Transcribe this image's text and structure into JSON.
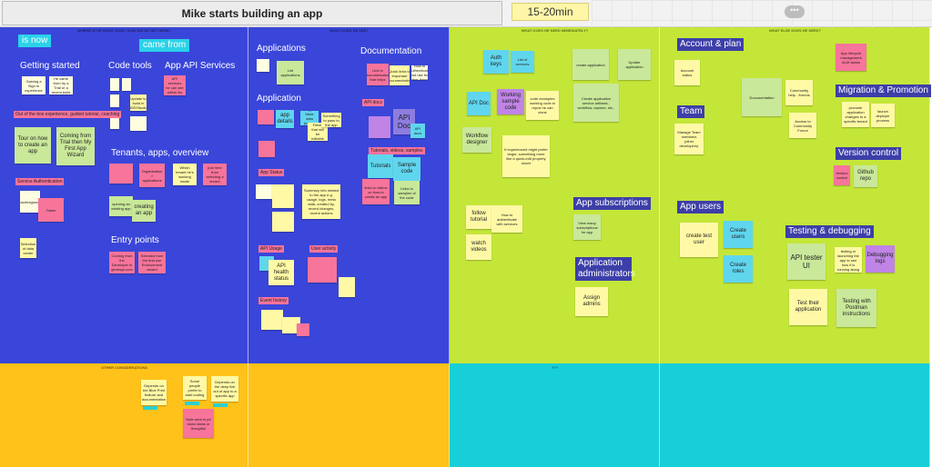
{
  "board": {
    "title": "Mike starts building an app",
    "time_label": "15-20min",
    "overflow_icon": "more-icon"
  },
  "zones": {
    "z1": {
      "header": "WHERE IS HE RIGHT NOW? HOW DID HE GET HERE?",
      "color": "#3a46d9"
    },
    "z2": {
      "header": "WHAT DOES HE SEE?",
      "color": "#3a46d9"
    },
    "z3": {
      "header": "WHAT DOES HE NEED IMMEDIATELY?",
      "color": "#c4e639"
    },
    "z4": {
      "header": "WHAT ELSE DOES HE NEED?",
      "color": "#c4e639"
    },
    "z5": {
      "header": "OTHER CONSIDERATIONS",
      "color": "#ffc21a"
    },
    "z7": {
      "header": "???",
      "color": "#17cfd8"
    }
  },
  "z1": {
    "is_now": "is now",
    "came_from": "came from",
    "getting_started": "Getting started",
    "code_tools": "Code tools",
    "app_api_services": "App API Services",
    "ootb": "Out of the box experience, guided tutorial, coaching",
    "tour": "Tour on how to create an app",
    "coming_trial": "Coming from Trial then My First App Wizard",
    "service_auth": "Service Authentication",
    "token": "Token",
    "tenants": "Tenants, apps, overview",
    "entry_points": "Entry points",
    "opening": "opening an existing app",
    "creating": "creating an app",
    "which_tenant": "Which tenant he's working inside",
    "just_here": "just here from selecting a tenant",
    "selection": "Selection of data center",
    "coming_from_dev": "Coming from the Developer in genesys.com",
    "selected_from": "Selected from the first-use Environment wizard",
    "update_build": "Update to build in IDE/Studio",
    "find_all": "Find all API services he can see within his app",
    "org_apps": "Organization > applications",
    "small_a": "Gaining a Sign in experience",
    "small_b": "He came from try a Trial or a recent build",
    "small_c": "Tenant/region/app"
  },
  "z2": {
    "applications": "Applications",
    "documentation": "Documentation",
    "application": "Application",
    "list_apps": "List applications",
    "app_details": "app details",
    "app_meta": "App Meta data (name, icon)",
    "fields": "Fields that will be editable",
    "something": "Something to pass to the app",
    "api_docs": "API docs",
    "api_doc": "API Doc",
    "api_docs_sticky": "API docs",
    "tutorials_tag": "Tutorials, videos, samples",
    "tutorials": "Tutorials",
    "sample_code": "Sample code",
    "app_status": "App Status",
    "summary": "Summary info related to the app e.g. usage, logs, meta data, created by, recent changes, recent actions",
    "api_usage": "API Usage",
    "api_health": "API health status",
    "user_activity": "User activity",
    "event_history": "Event history",
    "link_to_doc": "Link to documentation that helps",
    "doc_quick": "Quick links to important documentation",
    "doc_auth": "How to authenticate and use the other things",
    "links_videos": "links to videos on how-to create an app",
    "samples": "Links to samples of the code"
  },
  "z3": {
    "auth_keys": "Auth keys",
    "list_services": "List of services",
    "create_application": "create application",
    "update_application": "Update application",
    "api_doc": "API Doc",
    "working_sample": "Working sample code",
    "code_examples": "code examples working code in repos he can clone",
    "create_artifacts": "Create application service artifacts - workflow, capture, etc.,",
    "workflow_designer": "Workflow designer",
    "if_experienced": "If experienced might prefer larger, something more like a quick-edit property sheet",
    "follow_tutorial": "follow tutorial",
    "how_to_auth": "How to authenticate with services",
    "watch_videos": "watch videos",
    "app_subscriptions": "App subscriptions",
    "view_subscriptions": "View many subscriptions for app",
    "app_admins": "Application administrators",
    "assign_admins": "Assign admins"
  },
  "z4": {
    "account_plan": "Account & plan",
    "account_status": "Account status",
    "documentation": "Documentation",
    "community_help": "Community help - forums",
    "access_community": "Access to Community Forum",
    "team": "Team",
    "manage_team": "Manage Team members (other developers)",
    "migration": "Migration & Promotion",
    "lifecycle": "App lifecycle management ALM status",
    "promote": "promote application changes to a specific tenant",
    "launch": "launch deployer process",
    "version_control": "Version control",
    "version_sticky": "Version control",
    "github": "Github repo",
    "app_users": "App users",
    "create_test_user": "create test user",
    "create_users": "Create users",
    "create_roles": "Create roles",
    "testing": "Testing & debugging",
    "api_tester": "API tester UI",
    "testing_launch": "testing or launching the app to see how it is running along",
    "debugging": "Debugging logs",
    "test_app": "Test their application",
    "postman": "Testing with Postman instructions"
  },
  "z5": {
    "depends_bp": "Depends on the Blue Print feature and documentation",
    "some_ppl": "Some people prefer to start coding",
    "depends_deep": "Depends on the deep link out of app to a specific app",
    "note": "Note area to jot down ideas or thoughts!"
  }
}
